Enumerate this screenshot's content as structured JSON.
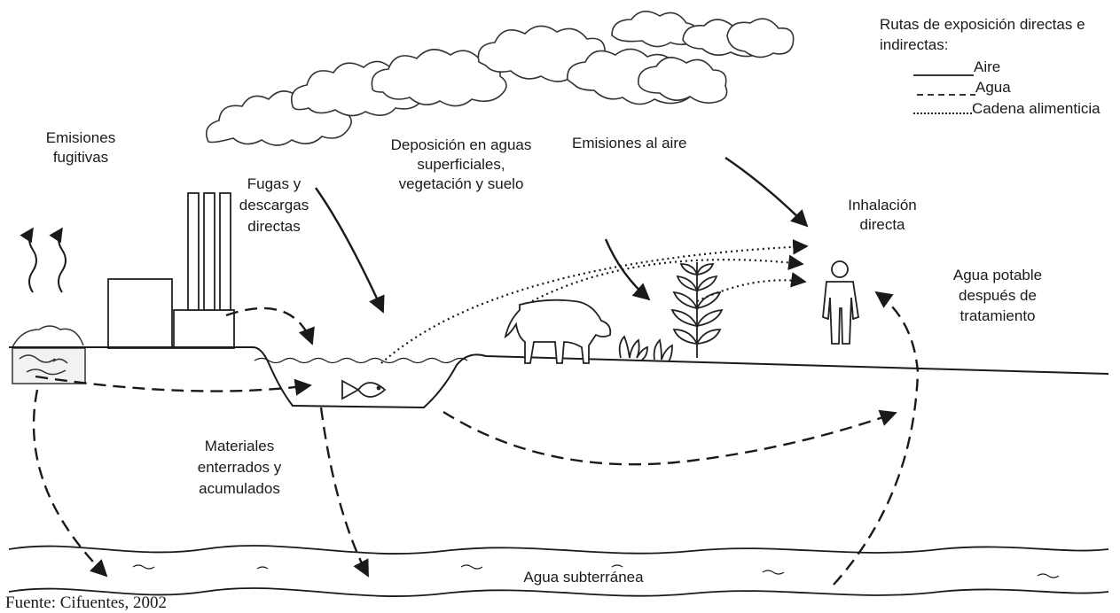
{
  "legend": {
    "title_line1": "Rutas de exposición directas e",
    "title_line2": "indirectas:",
    "items": [
      {
        "style": "solid",
        "label": "Aire"
      },
      {
        "style": "dashed",
        "label": "Agua"
      },
      {
        "style": "dotted",
        "label": "Cadena alimenticia"
      }
    ]
  },
  "labels": {
    "emisiones_fugitivas": [
      "Emisiones",
      "fugitivas"
    ],
    "fugas": [
      "Fugas y",
      "descargas",
      "directas"
    ],
    "deposicion": [
      "Deposición en aguas",
      "superficiales,",
      "vegetación y suelo"
    ],
    "emisiones_aire": "Emisiones al aire",
    "inhalacion": [
      "Inhalación",
      "directa"
    ],
    "agua_potable": [
      "Agua potable",
      "después de",
      "tratamiento"
    ],
    "materiales": [
      "Materiales",
      "enterrados y",
      "acumulados"
    ],
    "agua_subterranea": "Agua subterránea"
  },
  "source": "Fuente: Cifuentes, 2002"
}
